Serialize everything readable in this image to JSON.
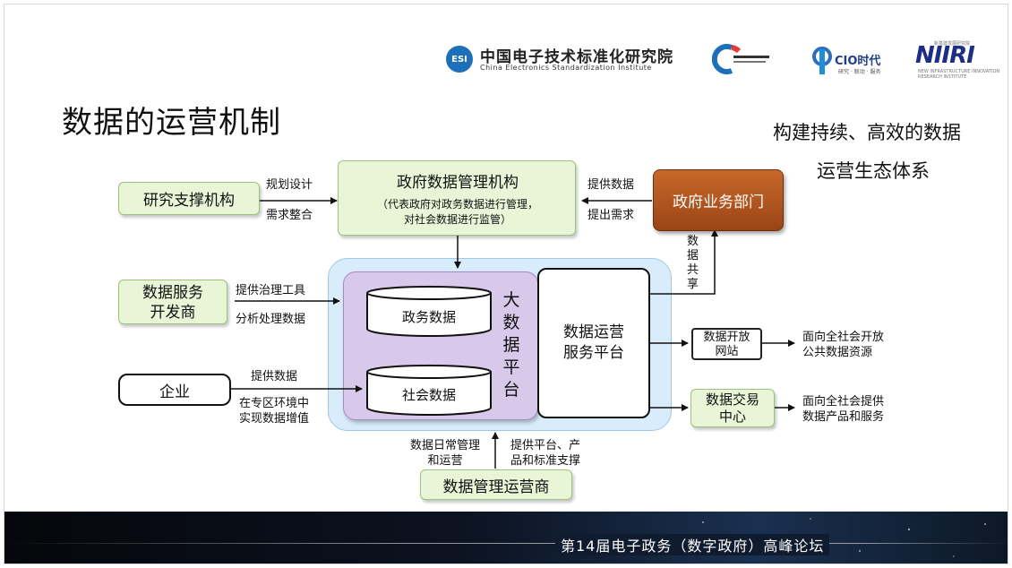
{
  "header": {
    "esi_mark": "ESI",
    "esi_name_cn": "中国电子技术标准化研究院",
    "esi_name_en": "China Electronics Standardization Institute",
    "cio_name": "CIO时代",
    "cio_tagline": "研究 · 联动 · 服务",
    "niiri_name": "NIIRI",
    "niiri_top": "新基建发展研究院",
    "niiri_sub": "NEW INFRASTRUCTURE INNOVATION RESEARCH INSTITUTE"
  },
  "title": "数据的运营机制",
  "subtitle": [
    "构建持续、高效的数据",
    "运营生态体系"
  ],
  "diagram": {
    "gov_mgmt": {
      "title": "政府数据管理机构",
      "desc1": "（代表政府对政务数据进行管理，",
      "desc2": "对社会数据进行监管）"
    },
    "research": "研究支撑机构",
    "research_labels": [
      "规划设计",
      "需求整合"
    ],
    "gov_dept": "政府业务部门",
    "dept_labels": [
      "提供数据",
      "提出需求"
    ],
    "data_share": [
      "数",
      "据",
      "共",
      "享"
    ],
    "dev_service": [
      "数据服务",
      "开发商"
    ],
    "dev_labels": [
      "提供治理工具",
      "分析处理数据"
    ],
    "enterprise": "企业",
    "enterprise_labels": [
      "提供数据",
      "在专区环境中",
      "实现数据增值"
    ],
    "gov_data": "政务数据",
    "social_data": "社会数据",
    "big_data": [
      "大",
      "数",
      "据",
      "平",
      "台"
    ],
    "ops_platform": [
      "数据运营",
      "服务平台"
    ],
    "open_site": [
      "数据开放",
      "网站"
    ],
    "open_desc": [
      "面向全社会开放",
      "公共数据资源"
    ],
    "exchange": [
      "数据交易",
      "中心"
    ],
    "exchange_desc": [
      "面向全社会提供",
      "数据产品和服务"
    ],
    "operator": "数据管理运营商",
    "operator_left": [
      "数据日常管理",
      "和运营"
    ],
    "operator_right": [
      "提供平台、产",
      "品和标准支撑"
    ]
  },
  "footer": "第14届电子政务（数字政府）高峰论坛",
  "colors": {
    "green_box": "#e8f5d6",
    "dept_orange": "#b85a20",
    "bigdata_blue": "#d9ecfb",
    "purple": "#d8c8ea"
  }
}
